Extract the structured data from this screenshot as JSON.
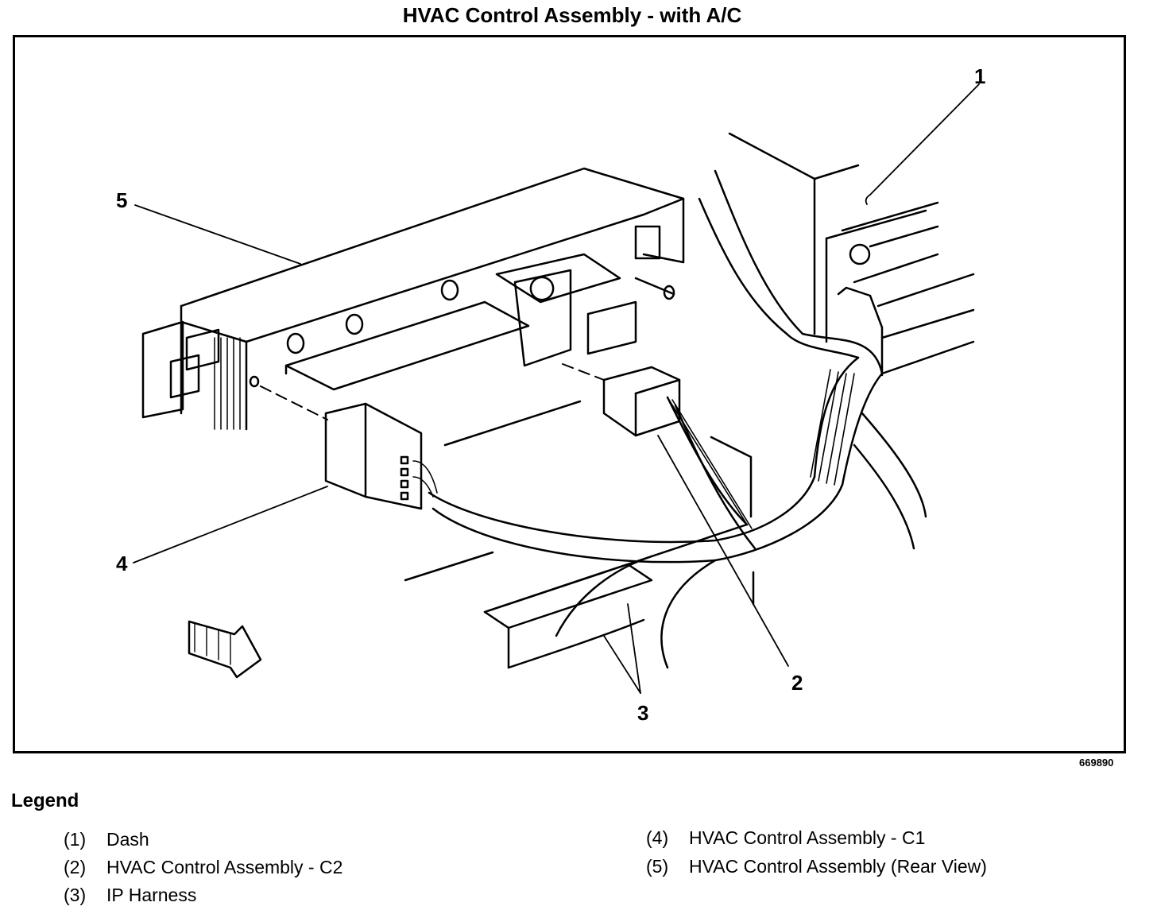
{
  "title": "HVAC Control Assembly - with A/C",
  "figure_id": "669890",
  "callouts": [
    "1",
    "2",
    "3",
    "4",
    "5"
  ],
  "legend": {
    "heading": "Legend",
    "items": [
      {
        "num": "(1)",
        "label": "Dash"
      },
      {
        "num": "(2)",
        "label": "HVAC Control Assembly - C2"
      },
      {
        "num": "(3)",
        "label": "IP Harness"
      },
      {
        "num": "(4)",
        "label": "HVAC Control Assembly - C1"
      },
      {
        "num": "(5)",
        "label": "HVAC Control Assembly (Rear View)"
      }
    ]
  }
}
